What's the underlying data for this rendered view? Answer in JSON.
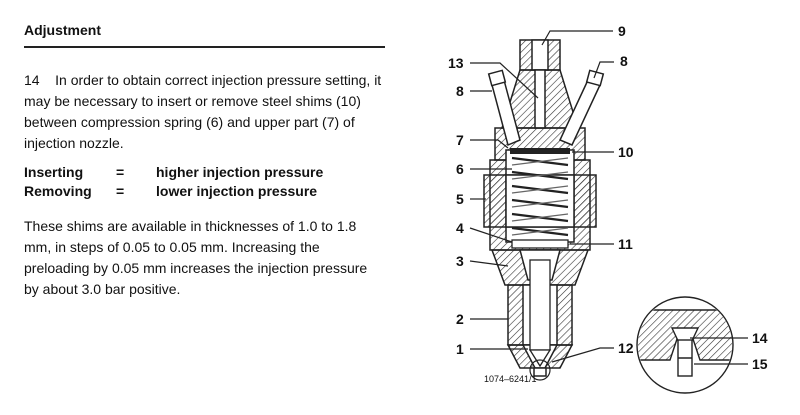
{
  "heading": "Adjustment",
  "paragraph1": {
    "number": "14",
    "text": "In order to obtain correct injection pressure setting, it may be necessary to insert or remove steel shims (10) between compression spring (6) and upper part (7) of injection nozzle."
  },
  "table": [
    {
      "term": "Inserting",
      "sep": "=",
      "result": "higher injection pressure"
    },
    {
      "term": "Removing",
      "sep": "=",
      "result": "lower injection pressure"
    }
  ],
  "paragraph2": "These shims are available in thicknesses of 1.0 to 1.8 mm, in steps of 0.05 to 0.05 mm. Increasing the preloading by 0.05 mm increases the injection pressure by about 3.0 bar positive.",
  "figure": {
    "code": "1074–6241/1",
    "callouts": {
      "c1": "1",
      "c2": "2",
      "c3": "3",
      "c4": "4",
      "c5": "5",
      "c6": "6",
      "c7": "7",
      "c8a": "8",
      "c8b": "8",
      "c9": "9",
      "c10": "10",
      "c11": "11",
      "c12": "12",
      "c13": "13",
      "c14": "14",
      "c15": "15"
    }
  }
}
